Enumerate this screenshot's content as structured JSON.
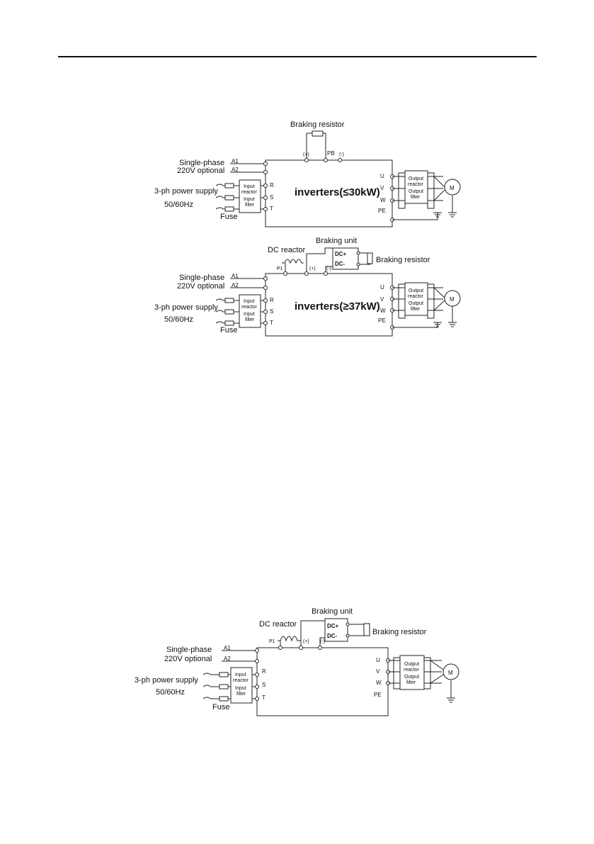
{
  "diagrams": [
    {
      "braking_resistor_label": "Braking resistor",
      "dc_plus": "(+)",
      "pb": "PB",
      "dc_minus": "(-)",
      "a1": "A1",
      "a2": "A2",
      "single_phase": "Single-phase",
      "optional_220v": "220V optional",
      "supply": "3-ph power supply",
      "freq": "50/60Hz",
      "fuse": "Fuse",
      "input_line1": "Input",
      "input_line2": "reactor",
      "input_line3": "Input",
      "input_line4": "filter",
      "r": "R",
      "s": "S",
      "t": "T",
      "inverter_label": "inverters(≤30kW)",
      "u": "U",
      "v": "V",
      "w": "W",
      "pe": "PE",
      "output_line1": "Output",
      "output_line2": "reactor",
      "output_line3": "Output",
      "output_line4": "filter",
      "motor": "M"
    },
    {
      "braking_unit": "Braking unit",
      "dc_reactor": "DC reactor",
      "dcp": "DC+",
      "dcm": "DC-",
      "braking_resistor_label": "Braking resistor",
      "p1": "P1",
      "dc_plus": "(+)",
      "dc_minus": "(-)",
      "a1": "A1",
      "a2": "A2",
      "single_phase": "Single-phase",
      "optional_220v": "220V optional",
      "supply": "3-ph power supply",
      "freq": "50/60Hz",
      "fuse": "Fuse",
      "input_line1": "Input",
      "input_line2": "reactor",
      "input_line3": "Input",
      "input_line4": "filter",
      "r": "R",
      "s": "S",
      "t": "T",
      "inverter_label": "inverters(≥37kW)",
      "u": "U",
      "v": "V",
      "w": "W",
      "pe": "PE",
      "output_line1": "Output",
      "output_line2": "reactor",
      "output_line3": "Output",
      "output_line4": "filter",
      "motor": "M"
    },
    {
      "braking_unit": "Braking unit",
      "dc_reactor": "DC reactor",
      "dcp": "DC+",
      "dcm": "DC-",
      "braking_resistor_label": "Braking resistor",
      "p1": "P1",
      "dc_plus": "(+)",
      "dc_minus": "(-)",
      "a1": "A1",
      "a2": "A2",
      "single_phase": "Single-phase",
      "optional_220v": "220V optional",
      "supply": "3-ph power supply",
      "freq": "50/60Hz",
      "fuse": "Fuse",
      "input_line1": "Input",
      "input_line2": "reactor",
      "input_line3": "Input",
      "input_line4": "filter",
      "r": "R",
      "s": "S",
      "t": "T",
      "u": "U",
      "v": "V",
      "w": "W",
      "pe": "PE",
      "output_line1": "Output",
      "output_line2": "reactor",
      "output_line3": "Output",
      "output_line4": "filter",
      "motor": "M"
    }
  ]
}
